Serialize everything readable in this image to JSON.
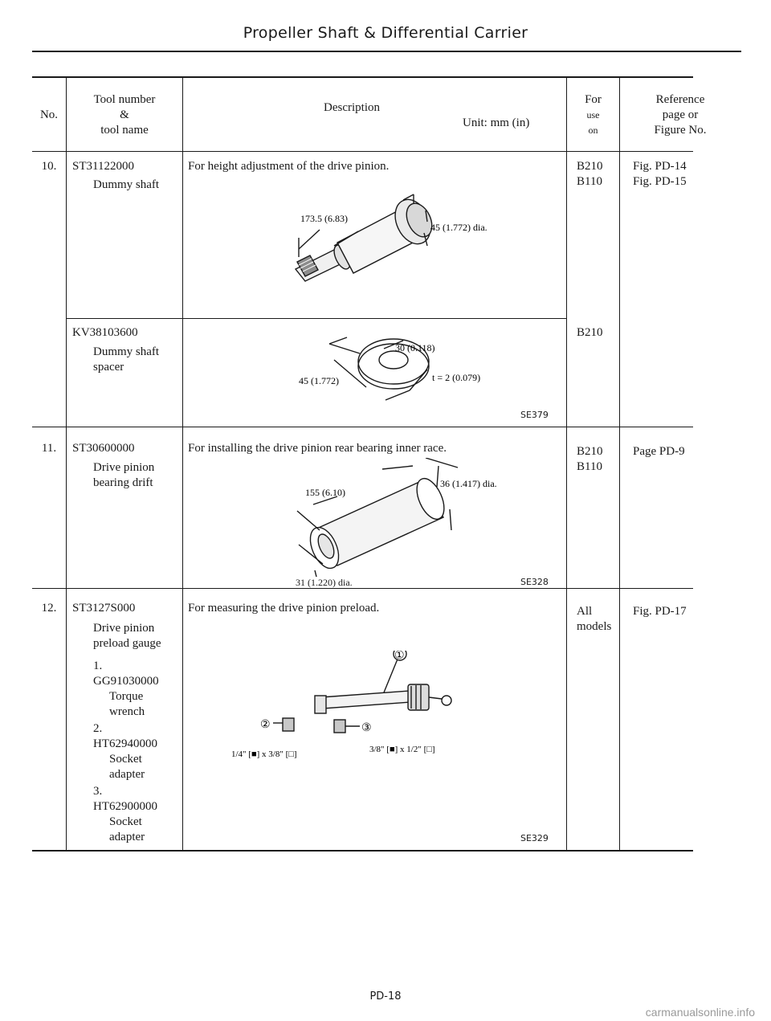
{
  "page_title": "Propeller Shaft & Differential Carrier",
  "columns": {
    "no": "No.",
    "tool_l1": "Tool number",
    "tool_l2": "&",
    "tool_l3": "tool name",
    "desc": "Description",
    "unit": "Unit:  mm (in)",
    "for_l1": "For",
    "for_l2": "use",
    "for_l3": "on",
    "ref_l1": "Reference",
    "ref_l2": "page or",
    "ref_l3": "Figure No."
  },
  "rows": [
    {
      "no": "10.",
      "tool_number": "ST31122000",
      "tool_name": "Dummy shaft",
      "description": "For height adjustment of the drive pinion.",
      "use_1": "B210",
      "use_2": "B110",
      "ref_1": "Fig. PD-14",
      "ref_2": "Fig. PD-15",
      "fig": {
        "dim_length": "173.5 (6.83)",
        "dim_dia": "45 (1.772) dia."
      }
    },
    {
      "tool_number": "KV38103600",
      "tool_name_1": "Dummy shaft",
      "tool_name_2": "spacer",
      "use_1": "B210",
      "fig": {
        "dim_inner": "30 (0.118)",
        "dim_outer": "45 (1.772)",
        "dim_t": "t = 2 (0.079)",
        "code": "SE379"
      }
    },
    {
      "no": "11.",
      "tool_number": "ST30600000",
      "tool_name_1": "Drive pinion",
      "tool_name_2": "bearing drift",
      "description": "For installing the drive pinion rear bearing inner race.",
      "use_1": "B210",
      "use_2": "B110",
      "ref_1": "Page PD-9",
      "fig": {
        "dim_length": "155 (6.10)",
        "dim_dia_top": "36 (1.417) dia.",
        "dim_dia_bottom": "31 (1.220) dia.",
        "code": "SE328"
      }
    },
    {
      "no": "12.",
      "tool_number": "ST3127S000",
      "tool_name_1": "Drive pinion",
      "tool_name_2": "preload gauge",
      "sub": [
        {
          "num": "1.",
          "part": "GG91030000",
          "name_1": "Torque",
          "name_2": "wrench"
        },
        {
          "num": "2.",
          "part": "HT62940000",
          "name_1": "Socket",
          "name_2": "adapter"
        },
        {
          "num": "3.",
          "part": "HT62900000",
          "name_1": "Socket",
          "name_2": "adapter"
        }
      ],
      "description": "For measuring the drive pinion preload.",
      "use_1": "All",
      "use_2": "models",
      "ref_1": "Fig. PD-17",
      "fig": {
        "label_1": "①",
        "label_2": "②",
        "label_3": "③",
        "size_a": "1/4\" [■] x 3/8\" [□]",
        "size_b": "3/8\" [■] x 1/2\" [□]",
        "code": "SE329"
      }
    }
  ],
  "footer": {
    "page_number": "PD-18"
  },
  "watermark": "carmanualsonline.info"
}
